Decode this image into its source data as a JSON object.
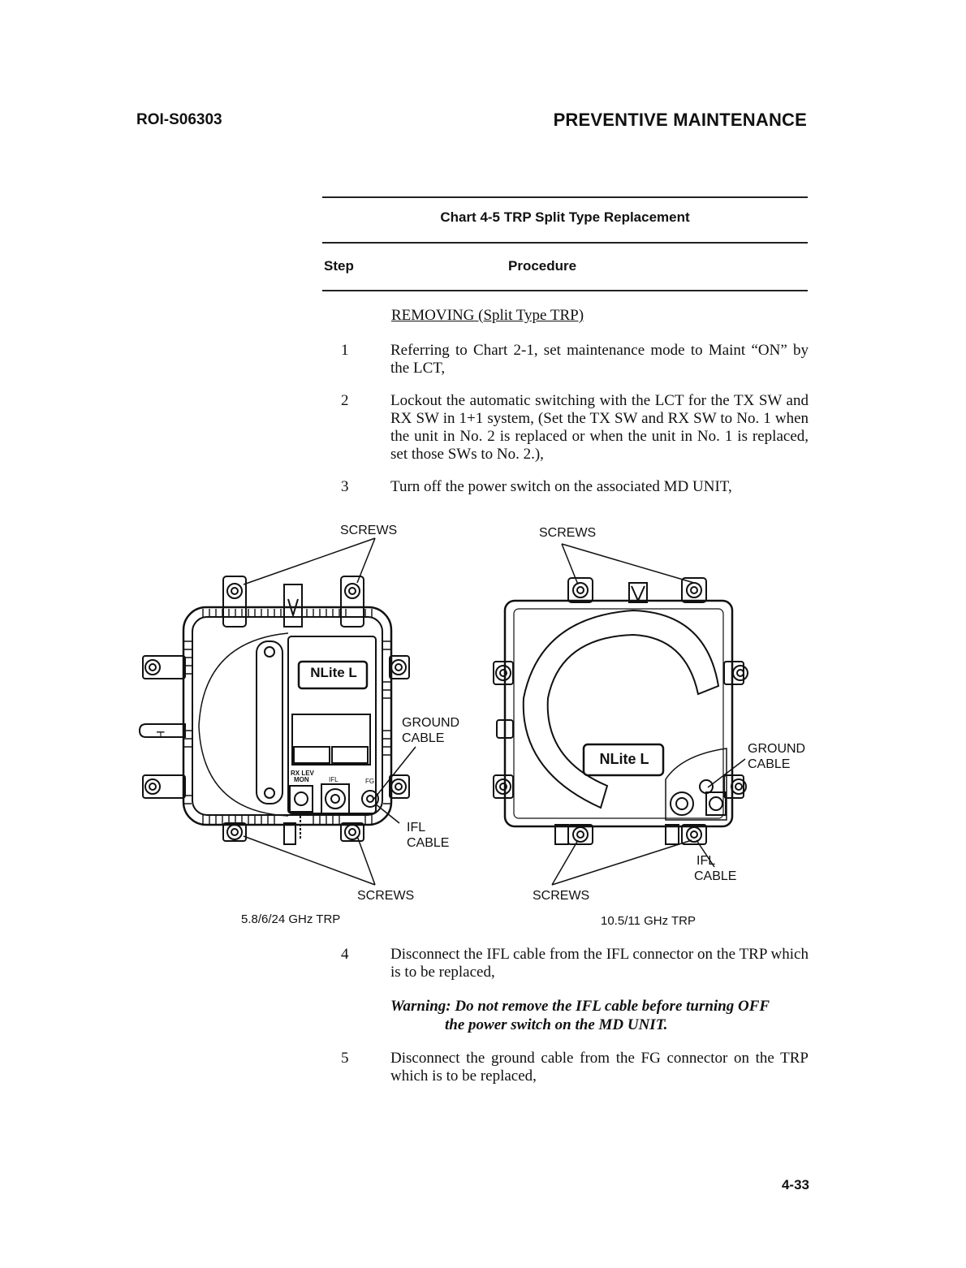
{
  "header": {
    "doc_id": "ROI-S06303",
    "section": "PREVENTIVE MAINTENANCE"
  },
  "chart": {
    "title": "Chart 4-5  TRP Split Type Replacement",
    "col_step": "Step",
    "col_procedure": "Procedure",
    "section_heading": "REMOVING (Split Type TRP)"
  },
  "steps": [
    {
      "num": "1",
      "text": "Referring to Chart 2-1, set maintenance mode to Maint “ON” by the LCT,"
    },
    {
      "num": "2",
      "text": "Lockout the automatic switching with the LCT for the TX SW and RX SW in 1+1 system, (Set the TX SW and RX SW to No. 1 when the unit in No. 2 is replaced or when the unit in No. 1 is replaced, set those SWs to No. 2.),"
    },
    {
      "num": "3",
      "text": "Turn off the power switch on the associated MD UNIT,"
    },
    {
      "num": "4",
      "text": "Disconnect the IFL cable from the IFL connector on the TRP which is to be replaced,"
    },
    {
      "num": "5",
      "text": "Disconnect the ground cable from the FG connector on the TRP which is to be replaced,"
    }
  ],
  "warning": {
    "line1": "Warning: Do not remove the IFL cable before turning OFF",
    "line2": "the power switch on the MD UNIT."
  },
  "figure": {
    "left": {
      "caption": "5.8/6/24 GHz TRP",
      "screws_top": "SCREWS",
      "screws_bottom": "SCREWS",
      "ground_1": "GROUND",
      "ground_2": "CABLE",
      "ifl_1": "IFL",
      "ifl_2": "CABLE",
      "logo": "NLite L",
      "rx_lev": "RX LEV",
      "mon": "MON",
      "ifl_tag": "IFL",
      "fg_tag": "FG"
    },
    "right": {
      "caption": "10.5/11 GHz TRP",
      "screws_top": "SCREWS",
      "screws_bottom": "SCREWS",
      "ground_1": "GROUND",
      "ground_2": "CABLE",
      "ifl_1": "IFL",
      "ifl_2": "CABLE",
      "logo": "NLite L"
    }
  },
  "page_number": "4-33"
}
